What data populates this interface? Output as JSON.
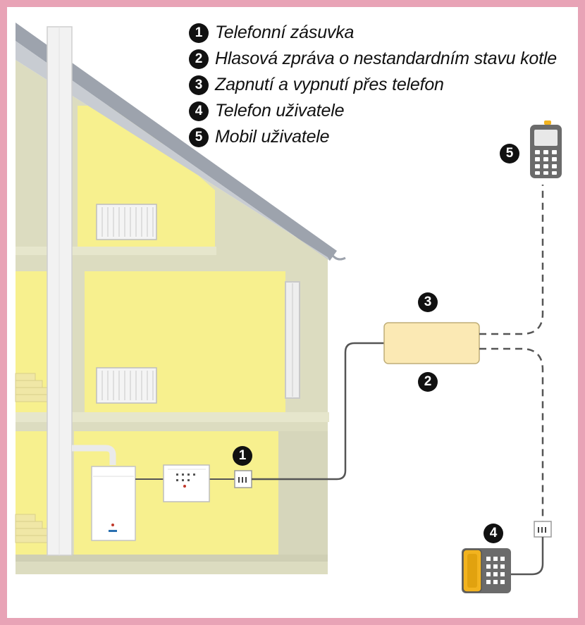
{
  "legend": [
    {
      "number": "1",
      "label": "Telefonní zásuvka"
    },
    {
      "number": "2",
      "label": "Hlasová zpráva o nestandardním stavu kotle"
    },
    {
      "number": "3",
      "label": "Zapnutí a vypnutí přes telefon"
    },
    {
      "number": "4",
      "label": "Telefon uživatele"
    },
    {
      "number": "5",
      "label": "Mobil uživatele"
    }
  ],
  "markers": {
    "socket": "1",
    "voice_message": "2",
    "remote_control": "3",
    "user_phone": "4",
    "user_mobile": "5"
  },
  "colors": {
    "frame": "#e8a3b6",
    "house_wall": "#dcdcc0",
    "room": "#f7f08e",
    "roof": "#9da3ad",
    "module": "#fbe9b4",
    "phone_accent": "#f2b31f"
  },
  "icons": [
    "boiler-icon",
    "controller-icon",
    "phone-socket-icon",
    "radiator-icon",
    "desk-phone-icon",
    "mobile-phone-icon",
    "telephone-module-icon"
  ]
}
